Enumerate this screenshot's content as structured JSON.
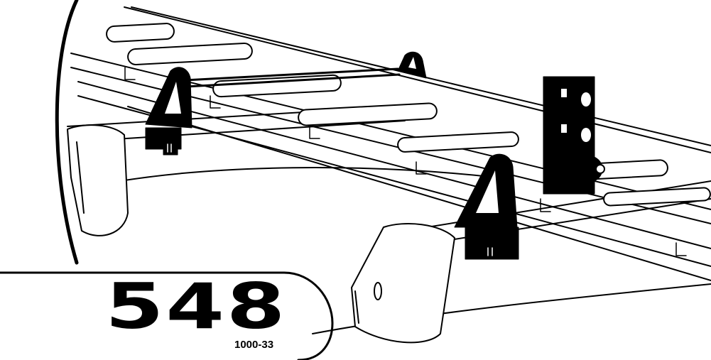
{
  "illustration": {
    "subject": "ladder-on-roof-rack-line-drawing",
    "model_number": "548",
    "part_code": "1000-33",
    "ink_color": "#000000",
    "paper_color": "#ffffff"
  }
}
